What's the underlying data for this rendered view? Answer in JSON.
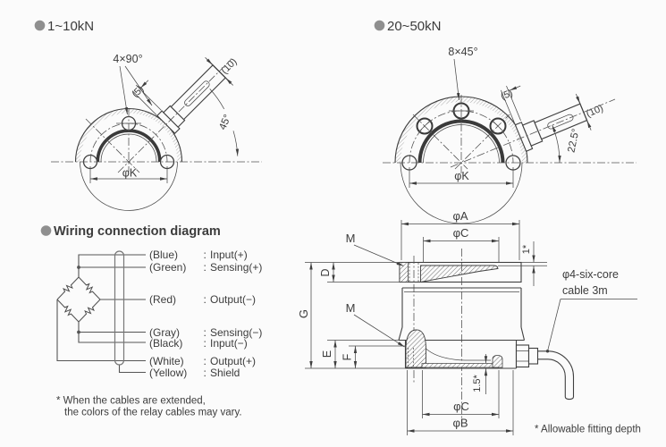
{
  "page": {
    "background": "#fbfbfb",
    "line_color": "#3f3f3f",
    "bullet_color": "#8f8f8f",
    "text_color": "#3c3c3c"
  },
  "sections": {
    "range_small": {
      "title": "1~10kN",
      "hole_note": "4×90°",
      "dims": {
        "protrusion": "(5)",
        "tip": "(10)",
        "angle": "45°",
        "bolt_circle": "φK"
      }
    },
    "range_large": {
      "title": "20~50kN",
      "hole_note": "8×45°",
      "dims": {
        "protrusion": "(5)",
        "tip": "(10)",
        "angle": "22.5°",
        "bolt_circle": "φK"
      }
    },
    "wiring": {
      "title": "Wiring connection diagram",
      "rows": [
        {
          "color": "(Blue)",
          "colon": ":",
          "signal": "Input(+)"
        },
        {
          "color": "(Green)",
          "colon": ":",
          "signal": "Sensing(+)"
        },
        {
          "color": "(Red)",
          "colon": ":",
          "signal": "Output(−)"
        },
        {
          "color": "(Gray)",
          "colon": ":",
          "signal": "Sensing(−)"
        },
        {
          "color": "(Black)",
          "colon": ":",
          "signal": "Input(−)"
        },
        {
          "color": "(White)",
          "colon": ":",
          "signal": "Output(+)"
        },
        {
          "color": "(Yellow)",
          "colon": ":",
          "signal": "Shield"
        }
      ],
      "note_line1": "* When the cables are extended,",
      "note_line2": "the colors of the relay cables may vary."
    },
    "outline": {
      "dims": {
        "dia_a": "φA",
        "dia_b": "φB",
        "dia_c": "φC",
        "thread": "M",
        "d": "D",
        "e": "E",
        "f": "F",
        "g": "G",
        "fit_top": "1*",
        "fit_bottom": "1.5*"
      },
      "cable_label_line1": "φ4-six-core",
      "cable_label_line2": "cable 3m",
      "footnote": "* Allowable fitting depth"
    }
  }
}
